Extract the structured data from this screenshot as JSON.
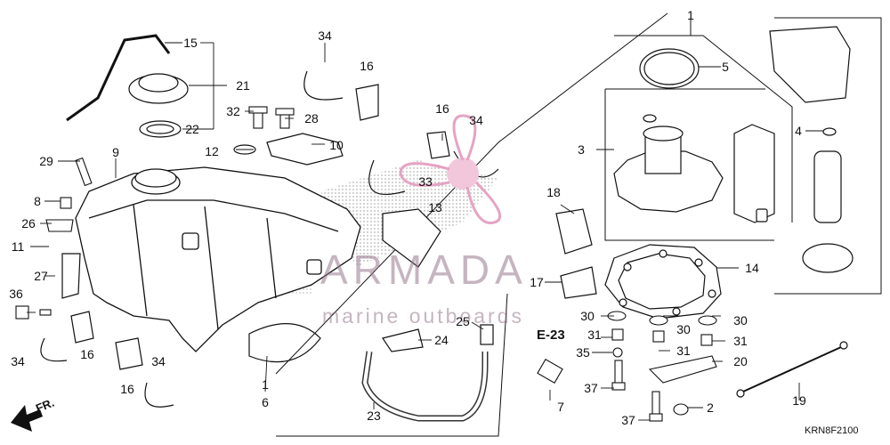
{
  "watermark": {
    "title": "ARMADA",
    "subtitle": "marine outboards",
    "logo_color": "#e6a3c4"
  },
  "diagram": {
    "code": "KRN8F2100",
    "reference": "E-23",
    "direction_mark": "FR.",
    "labels": [
      "1",
      "1",
      "2",
      "3",
      "4",
      "5",
      "6",
      "7",
      "8",
      "9",
      "10",
      "11",
      "12",
      "13",
      "14",
      "15",
      "16",
      "16",
      "16",
      "16",
      "17",
      "18",
      "19",
      "20",
      "21",
      "22",
      "23",
      "24",
      "25",
      "26",
      "27",
      "28",
      "29",
      "30",
      "30",
      "30",
      "31",
      "31",
      "31",
      "32",
      "33",
      "34",
      "34",
      "34",
      "34",
      "35",
      "36",
      "37",
      "37"
    ]
  }
}
